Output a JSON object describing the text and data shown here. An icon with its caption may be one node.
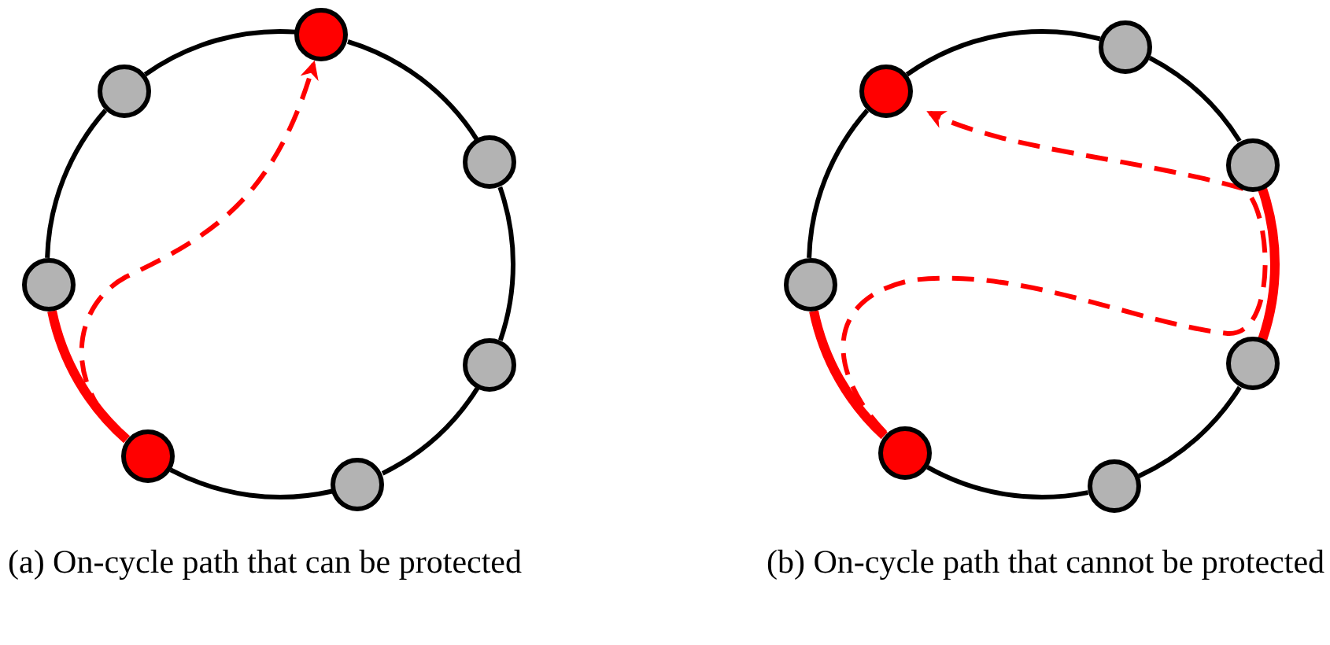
{
  "diagram": {
    "nodes": [
      {
        "text": [],
        "shape": "circle"
      },
      {
        "text": [],
        "shape": "circle"
      },
      {
        "text": [],
        "shape": "circle"
      },
      {
        "text": [],
        "shape": "circle"
      },
      {
        "text": [],
        "shape": "circle"
      },
      {
        "text": [],
        "shape": "circle"
      },
      {
        "text": [],
        "shape": "circle"
      },
      {
        "text": [],
        "shape": "circle"
      },
      {
        "text": [],
        "shape": "circle"
      },
      {
        "text": [],
        "shape": "circle"
      },
      {
        "text": [],
        "shape": "circle"
      },
      {
        "text": [],
        "shape": "circle"
      },
      {
        "text": [],
        "shape": "circle"
      },
      {
        "text": [],
        "shape": "circle"
      }
    ],
    "edges": [
      {
        "from": 0,
        "to": 1,
        "arrow": "none"
      },
      {
        "from": 1,
        "to": 2,
        "arrow": "none"
      },
      {
        "from": 2,
        "to": 3,
        "arrow": "none"
      },
      {
        "from": 3,
        "to": 4,
        "arrow": "none"
      },
      {
        "from": 4,
        "to": 5,
        "arrow": "none",
        "style": "thick",
        "color": "#ff0000"
      },
      {
        "from": 5,
        "to": 6,
        "arrow": "none"
      },
      {
        "from": 6,
        "to": 0,
        "arrow": "none"
      },
      {
        "from": 4,
        "to": 0,
        "arrow": "to",
        "style": "dashed",
        "color": "#ff0000"
      },
      {
        "from": 7,
        "to": 8,
        "arrow": "none"
      },
      {
        "from": 8,
        "to": 9,
        "arrow": "none",
        "style": "thick",
        "color": "#ff0000"
      },
      {
        "from": 9,
        "to": 10,
        "arrow": "none"
      },
      {
        "from": 10,
        "to": 11,
        "arrow": "none"
      },
      {
        "from": 11,
        "to": 12,
        "arrow": "none",
        "style": "thick",
        "color": "#ff0000"
      },
      {
        "from": 12,
        "to": 13,
        "arrow": "none"
      },
      {
        "from": 13,
        "to": 7,
        "arrow": "none"
      },
      {
        "from": 11,
        "to": 13,
        "arrow": "to",
        "style": "dashed",
        "color": "#ff0000"
      }
    ],
    "labels": [
      "(a) On-cycle path that can be protected",
      "(b) On-cycle path that cannot be protected"
    ]
  }
}
